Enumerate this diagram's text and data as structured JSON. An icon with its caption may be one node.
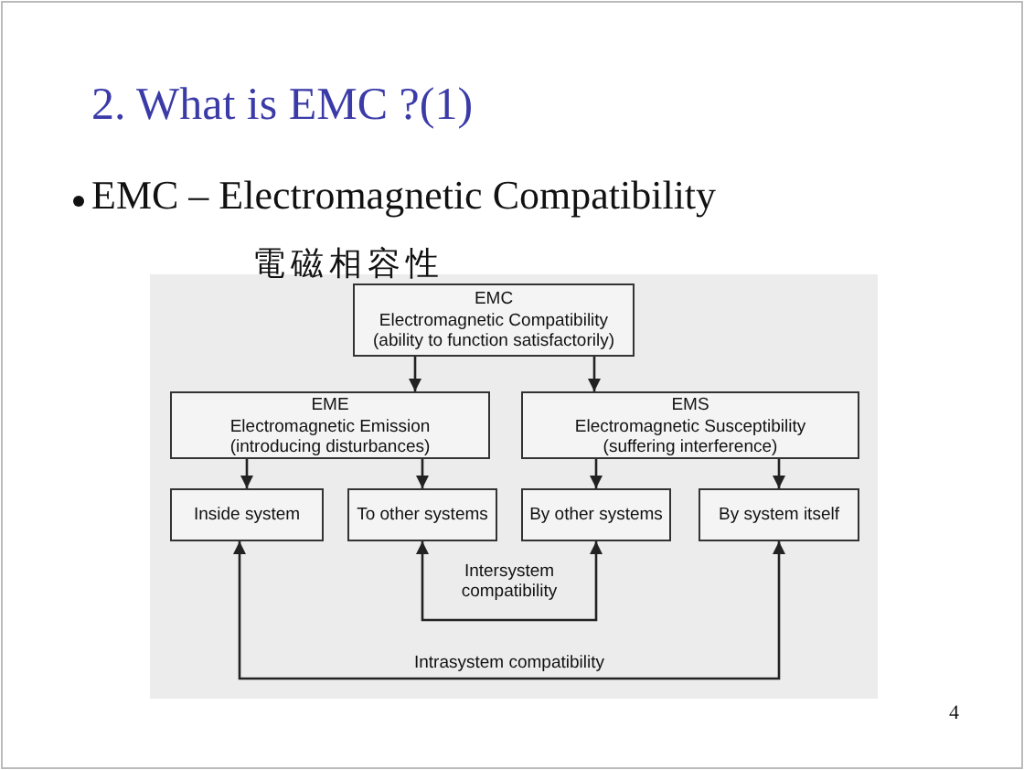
{
  "diagram": {
    "title": "2. What is EMC ?(1)",
    "nodes": [
      {
        "text": [
          "EMC",
          "Electromagnetic Compatibility",
          "(ability to function satisfactorily)"
        ]
      },
      {
        "text": [
          "EME",
          "Electromagnetic Emission",
          "(introducing disturbances)"
        ]
      },
      {
        "text": [
          "EMS",
          "Electromagnetic Susceptibility",
          "(suffering interference)"
        ]
      },
      {
        "text": [
          "Inside system"
        ]
      },
      {
        "text": [
          "To other systems"
        ]
      },
      {
        "text": [
          "By other systems"
        ]
      },
      {
        "text": [
          "By system itself"
        ]
      }
    ],
    "edges": [
      {
        "from": 0,
        "to": 1,
        "arrow": "to"
      },
      {
        "from": 0,
        "to": 2,
        "arrow": "to"
      },
      {
        "from": 1,
        "to": 3,
        "arrow": "to"
      },
      {
        "from": 1,
        "to": 4,
        "arrow": "to"
      },
      {
        "from": 2,
        "to": 5,
        "arrow": "to"
      },
      {
        "from": 2,
        "to": 6,
        "arrow": "to"
      },
      {
        "from": 4,
        "to": 5,
        "arrow": "both",
        "label": "Intersystem compatibility"
      },
      {
        "from": 3,
        "to": 6,
        "arrow": "both",
        "label": "Intrasystem compatibility"
      }
    ],
    "labels": [
      "EMC – Electromagnetic Compatibility",
      "電磁相容性",
      "4"
    ]
  }
}
